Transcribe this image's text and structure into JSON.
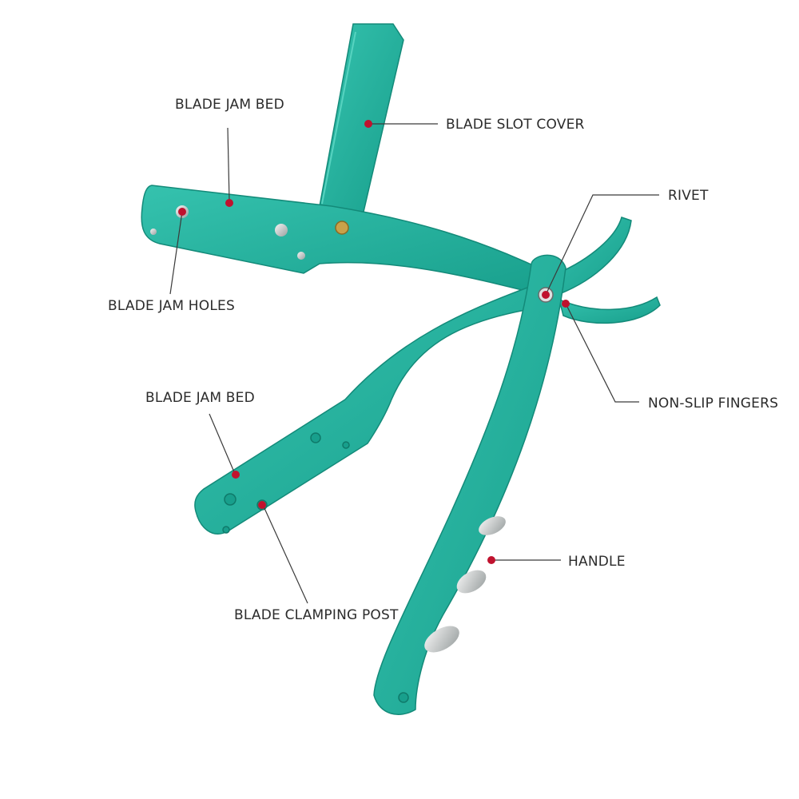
{
  "colors": {
    "body": "#1fae9b",
    "body_dark": "#138a79",
    "body_light": "#3fc7b4",
    "marker": "#c0122e",
    "text": "#2b2b2b",
    "rivet": "#c9a24a"
  },
  "labels": {
    "blade_jam_bed_top": "BLADE JAM BED",
    "blade_slot_cover": "BLADE SLOT COVER",
    "rivet": "RIVET",
    "blade_jam_holes": "BLADE JAM HOLES",
    "non_slip_fingers": "NON-SLIP FINGERS",
    "blade_jam_bed_bottom": "BLADE JAM BED",
    "handle": "HANDLE",
    "blade_clamping_post": "BLADE CLAMPING POST"
  }
}
